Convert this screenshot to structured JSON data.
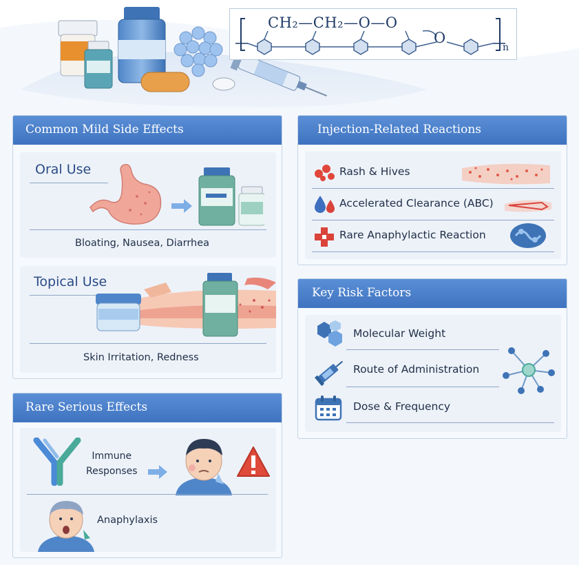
{
  "hero": {
    "formula": "CH₂—CH₂—O—O",
    "formula_o": "O",
    "subscript_n": "n"
  },
  "common_mild": {
    "title": "Common Mild Side Effects",
    "oral": {
      "label": "Oral Use",
      "caption": "Bloating, Nausea, Diarrhea"
    },
    "topical": {
      "label": "Topical Use",
      "caption": "Skin Irritation, Redness"
    }
  },
  "rare_serious": {
    "title": "Rare Serious Effects",
    "immune": "Immune\nResponses",
    "anaphylaxis": "Anaphylaxis"
  },
  "injection": {
    "title": "Injection-Related Reactions",
    "items": [
      {
        "label": "Rash & Hives",
        "icon": "rash-icon"
      },
      {
        "label": "Accelerated Clearance (ABC)",
        "icon": "blood-drops-icon"
      },
      {
        "label": "Rare Anaphylactic Reaction",
        "icon": "medical-cross-icon"
      }
    ]
  },
  "risk": {
    "title": "Key Risk Factors",
    "items": [
      {
        "label": "Molecular Weight",
        "icon": "molecule-icon"
      },
      {
        "label": "Route of Administration",
        "icon": "syringe-icon"
      },
      {
        "label": "Dose & Frequency",
        "icon": "calendar-icon"
      }
    ]
  },
  "colors": {
    "header": "#4a80cc",
    "accent": "#e04a3a",
    "teal": "#3a9a8a"
  }
}
